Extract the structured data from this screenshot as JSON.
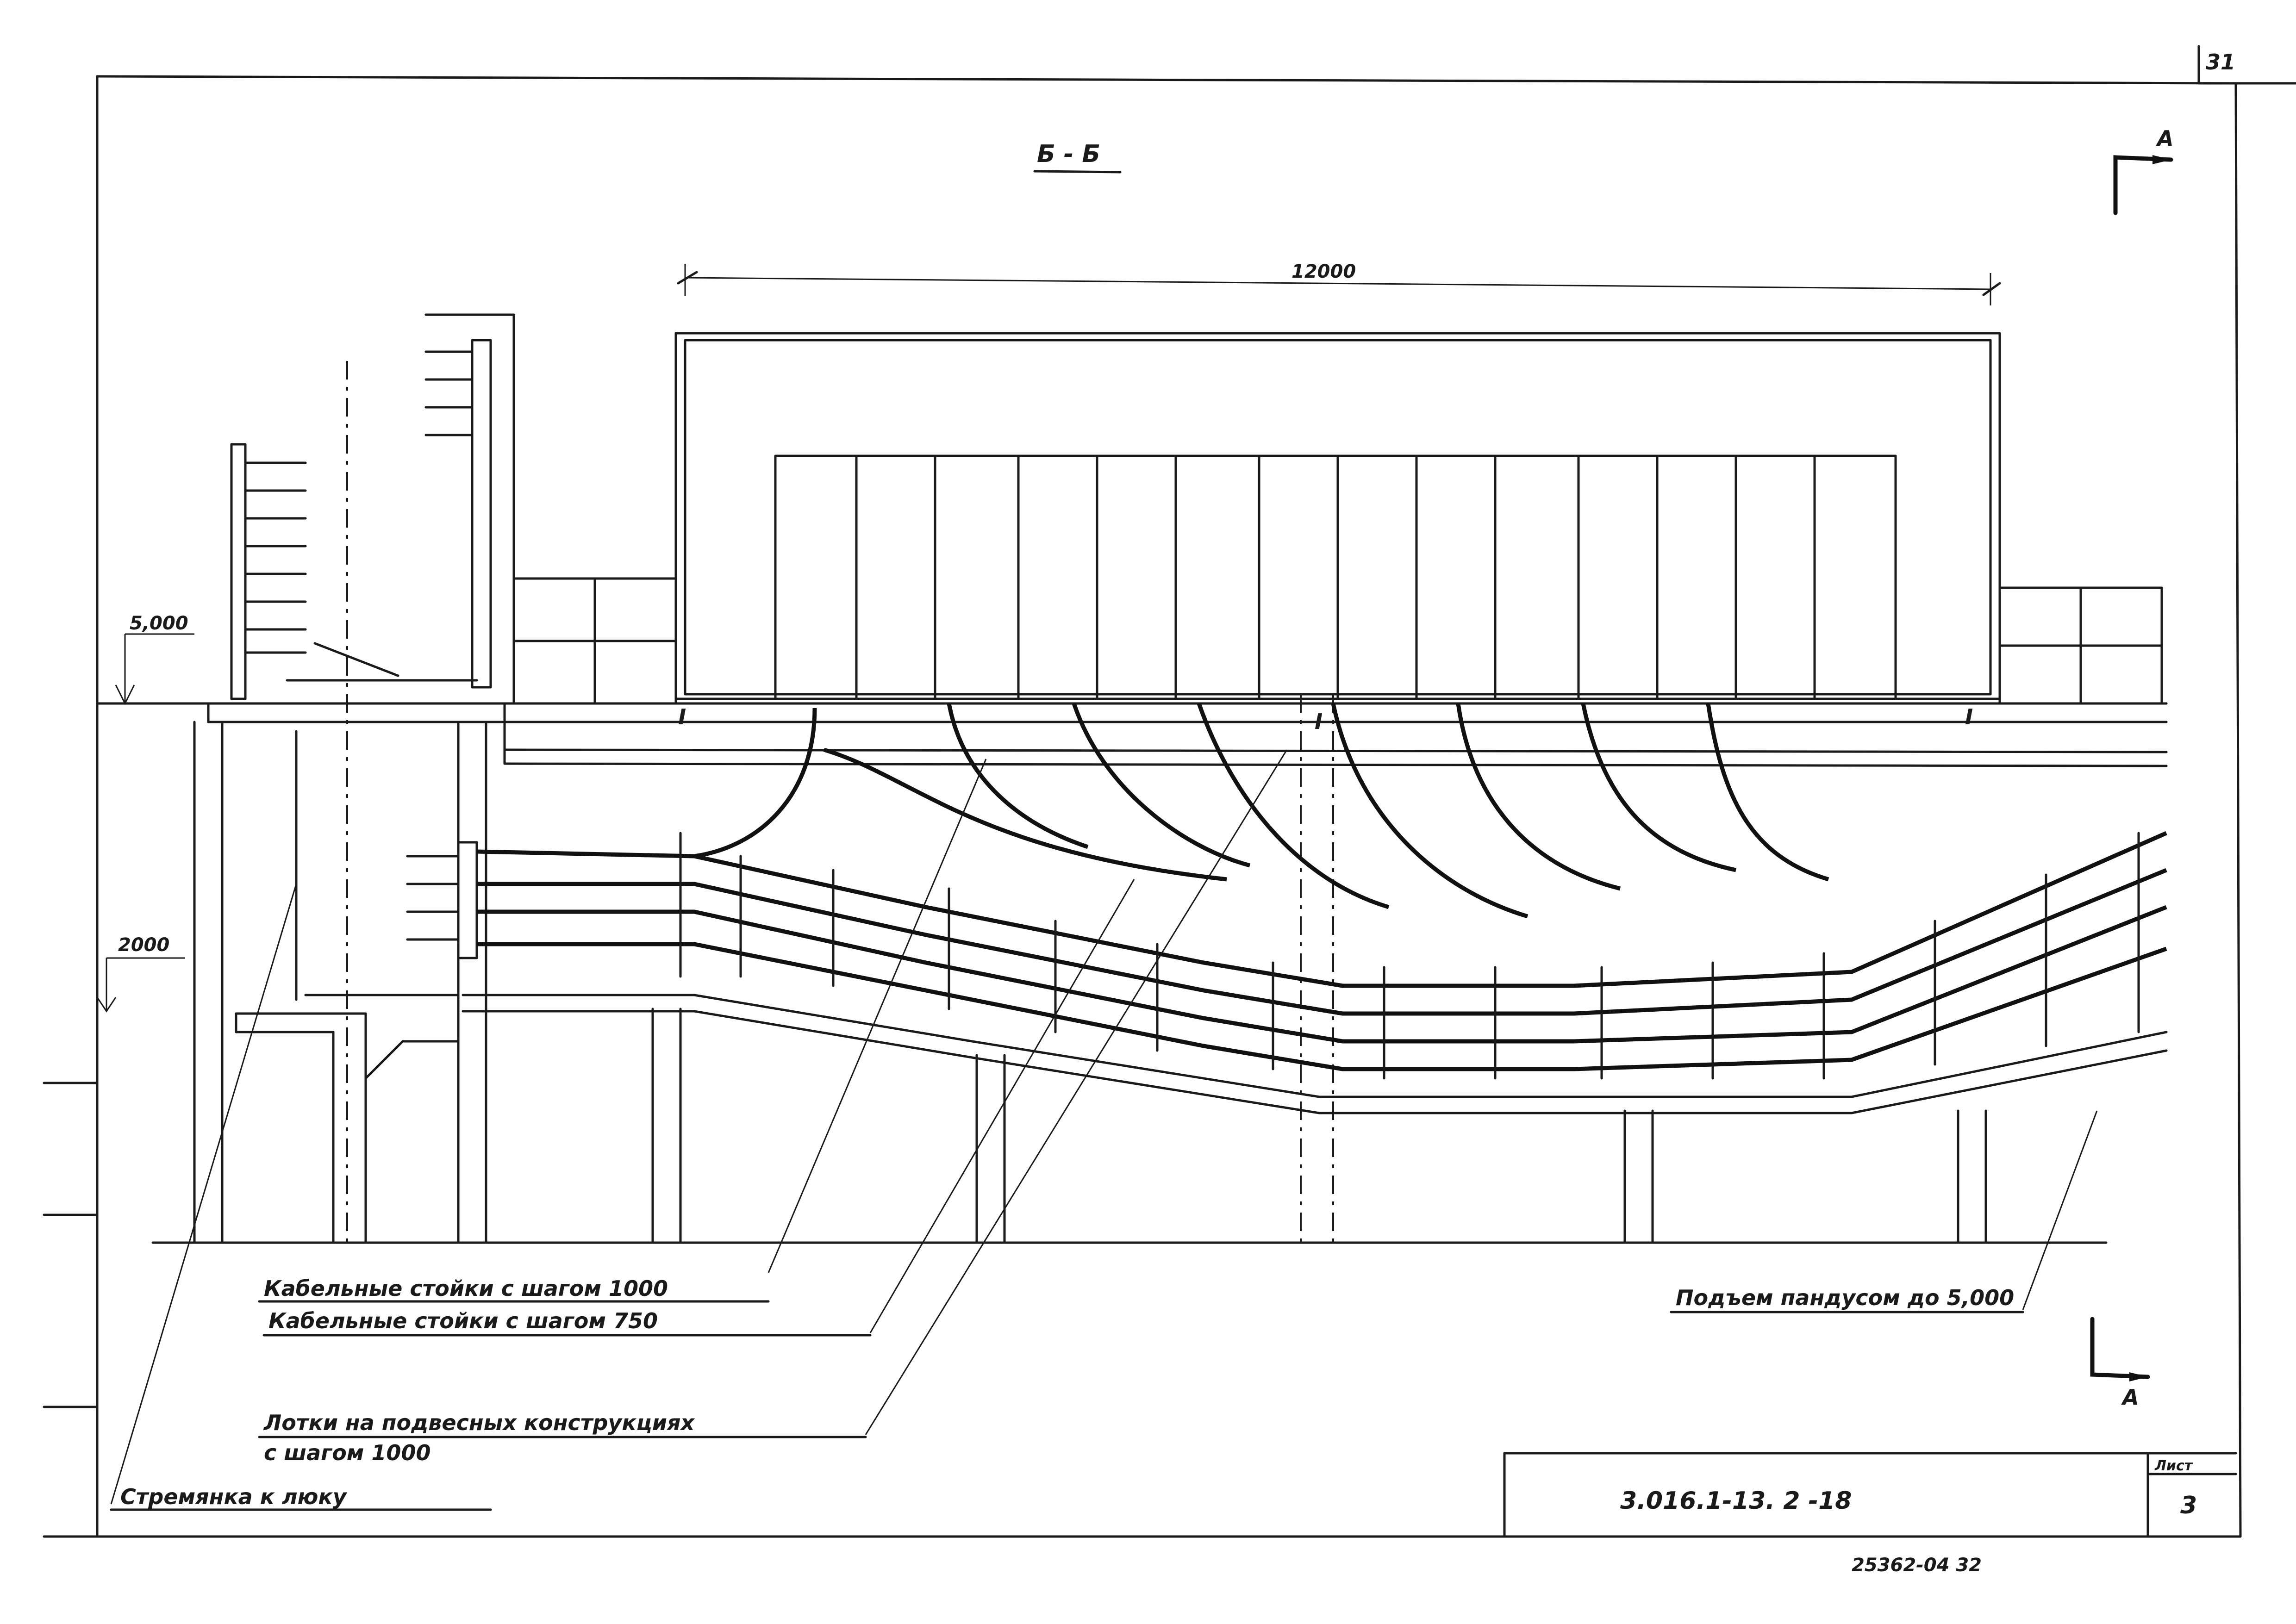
{
  "sheet_number": "31",
  "section_title": "Б - Б",
  "section_marker_label": "А",
  "dimension_width": "12000",
  "level_top": "5,000",
  "level_bottom": "2000",
  "callouts": {
    "cable_racks_1000": "Кабельные стойки с шагом 1000",
    "cable_racks_750": "Кабельные стойки с шагом 750",
    "trays_line1": "Лотки на подвесных конструкциях",
    "trays_line2": "с шагом 1000",
    "ladder": "Стремянка к люку",
    "ramp": "Подъем пандусом до 5,000"
  },
  "title_block": {
    "designation": "3.016.1-13. 2 -18",
    "sheet_label": "Лист",
    "sheet_value": "3"
  },
  "archive_number": "25362-04 32"
}
